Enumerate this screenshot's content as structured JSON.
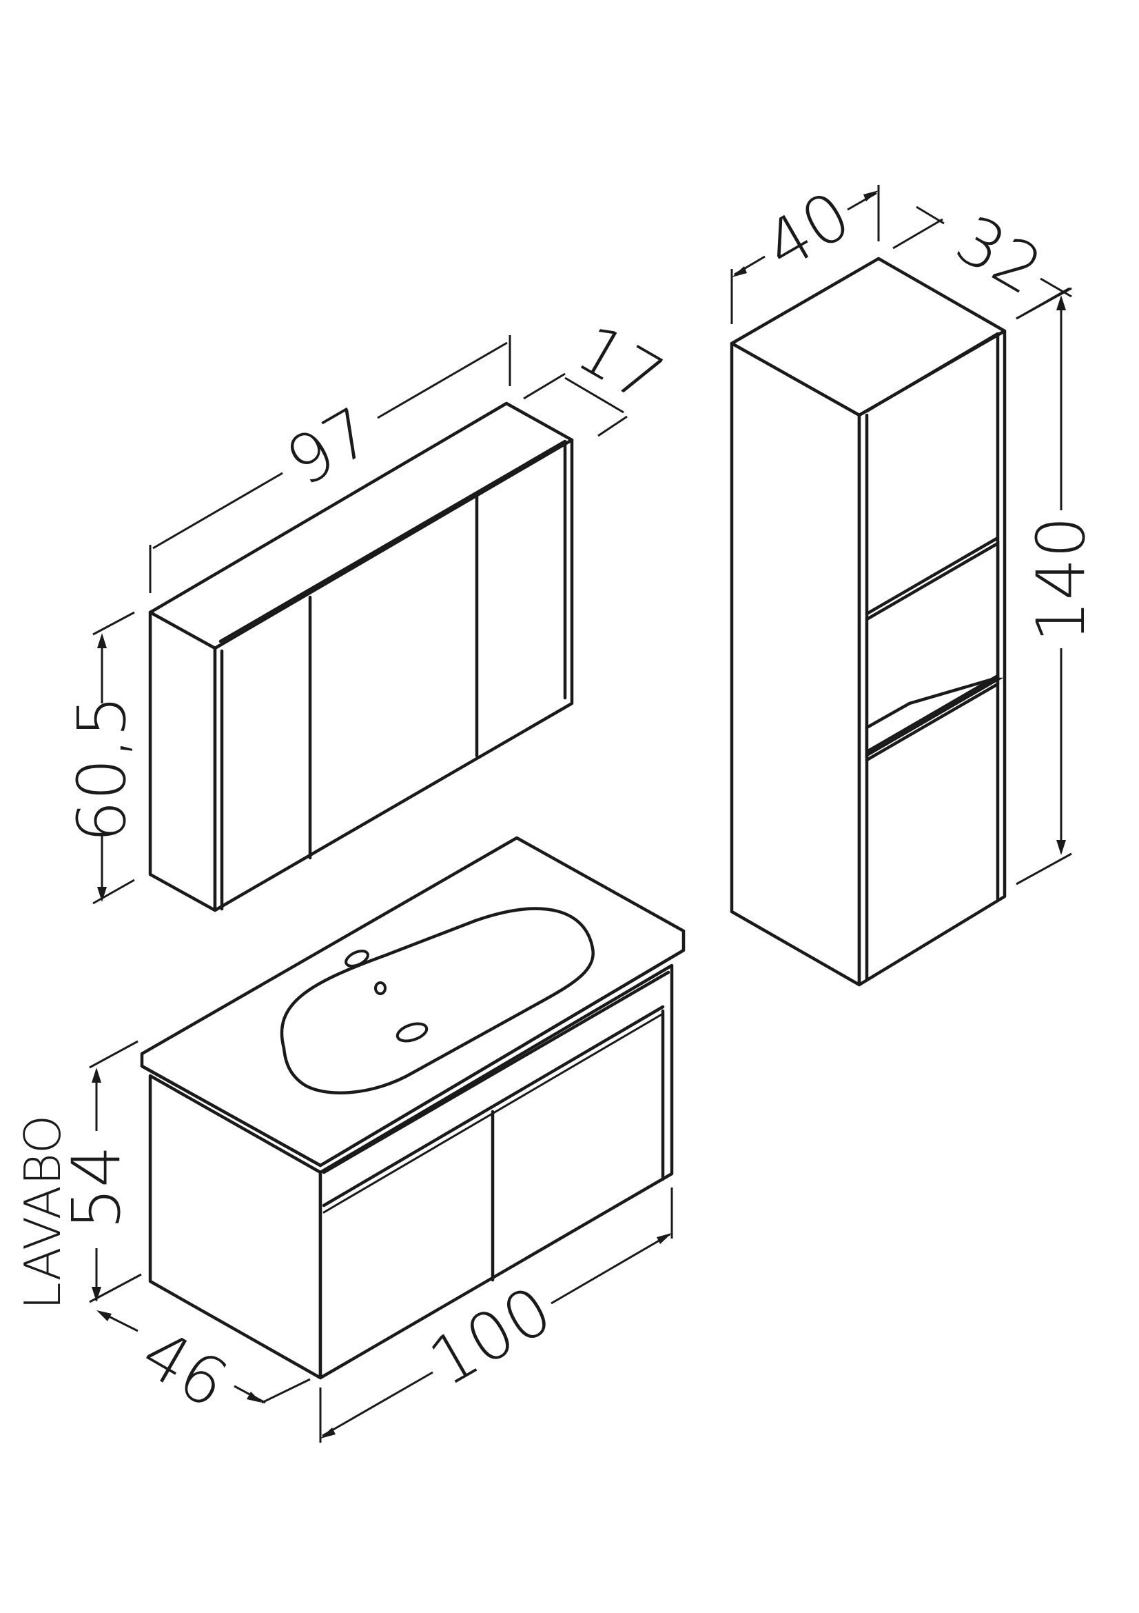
{
  "colors": {
    "line": "#1a1a1a",
    "background": "#ffffff"
  },
  "mirror_cabinet": {
    "width": "97",
    "depth": "17",
    "height": "60,5"
  },
  "tall_cabinet": {
    "width": "40",
    "depth": "32",
    "height": "140"
  },
  "vanity": {
    "label": "LAVABO",
    "height": "54",
    "depth": "46",
    "width": "100"
  }
}
